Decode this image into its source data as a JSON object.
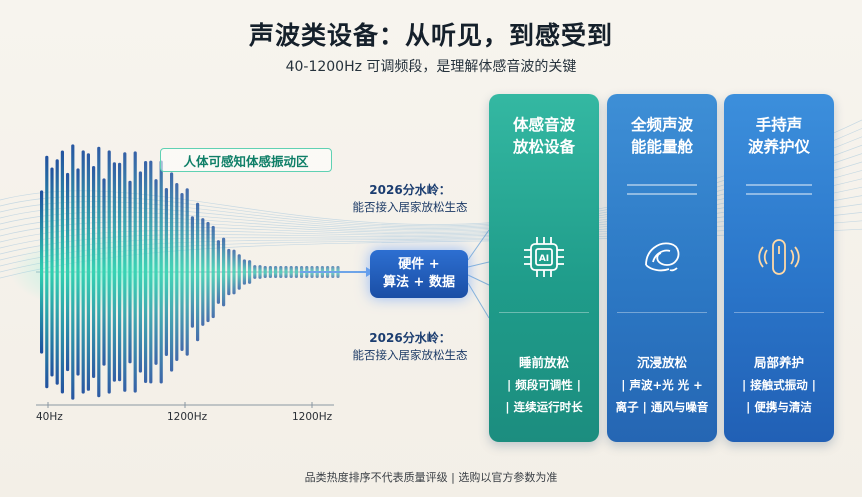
{
  "header": {
    "title": "声波类设备：从听见，到感受到",
    "subtitle": "40-1200Hz 可调频段，是理解体感音波的关键"
  },
  "waveform": {
    "zone_label": "人体可感知体感振动区",
    "axis_labels": [
      "40Hz",
      "1200Hz",
      "1200Hz"
    ],
    "colors": {
      "deep": "#1f4f9e",
      "teal": "#2fd0b0",
      "glow": "#7ff2d6"
    }
  },
  "watershed_top": {
    "line1": "2026分水岭：",
    "line2": "能否接入居家放松生态"
  },
  "watershed_bottom": {
    "line1": "2026分水岭：",
    "line2": "能否接入居家放松生态"
  },
  "hub": {
    "line1": "硬件 +",
    "line2": "算法 + 数据"
  },
  "cards": [
    {
      "title_line1": "体感音波",
      "title_line2": "放松设备",
      "sub_line1": "",
      "sub_line2": "",
      "icon": "ai-chip-icon",
      "head": "睡前放松",
      "feat_line1": "| 频段可调性 |",
      "feat_line2": "| 连续运行时长"
    },
    {
      "title_line1": "全频声波",
      "title_line2": "能能量舱",
      "sub_line1": "",
      "sub_line2": "",
      "icon": "shell-icon",
      "head": "沉浸放松",
      "feat_line1": "| 声波+光 光 +",
      "feat_line2": "离子 | 通风与噪音"
    },
    {
      "title_line1": "手持声",
      "title_line2": "波养护仪",
      "sub_line1": "",
      "sub_line2": "",
      "icon": "handheld-sound-device-icon",
      "head": "局部养护",
      "feat_line1": "| 接触式振动 |",
      "feat_line2": "| 便携与清洁"
    }
  ],
  "footer": "品类热度排序不代表质量评级 | 选购以官方参数为准"
}
